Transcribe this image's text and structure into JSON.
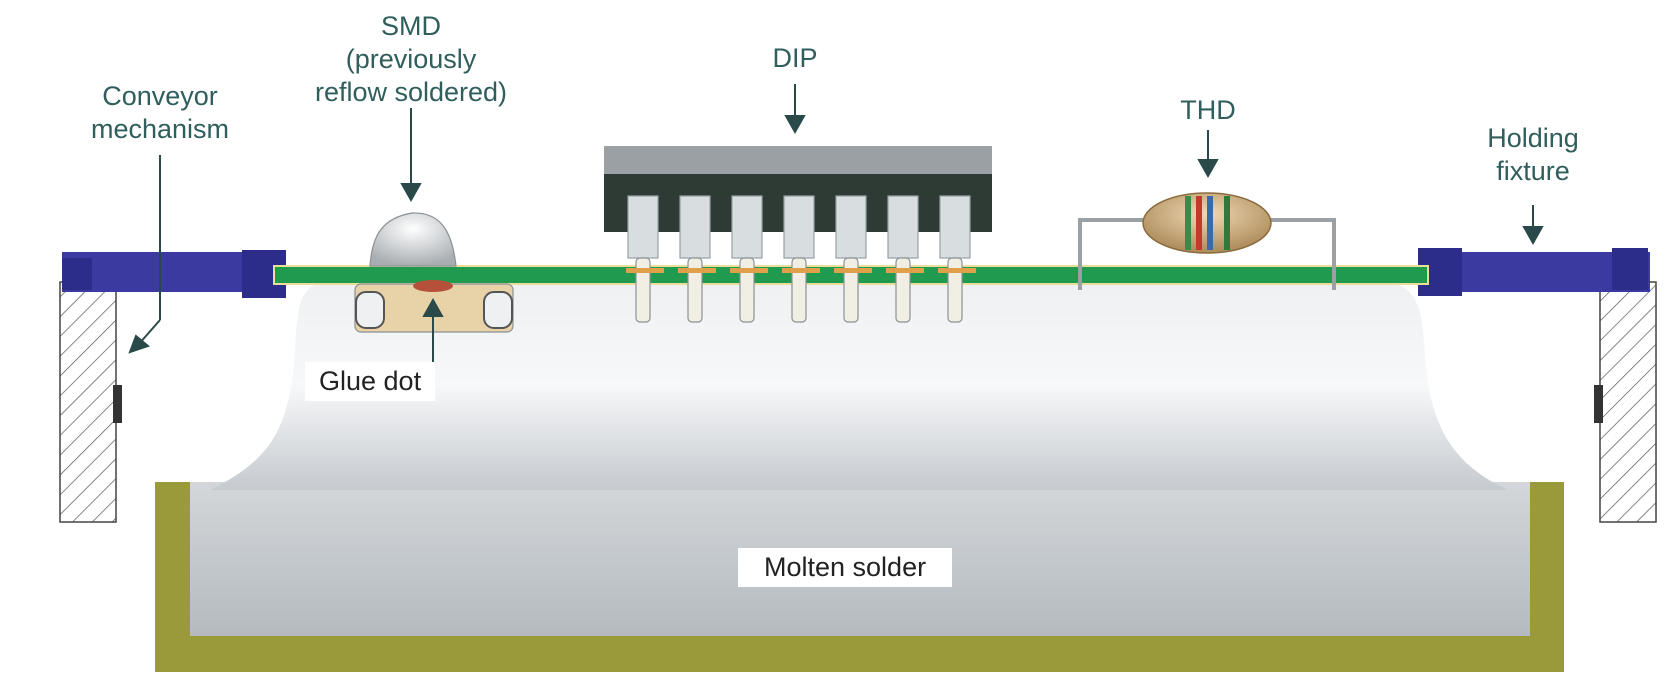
{
  "labels": {
    "smd_line1": "SMD",
    "smd_line2": "(previously",
    "smd_line3": "reflow soldered)",
    "dip": "DIP",
    "thd": "THD",
    "conveyor_line1": "Conveyor",
    "conveyor_line2": "mechanism",
    "holding_line1": "Holding",
    "holding_line2": "fixture",
    "glue_dot": "Glue dot",
    "molten_solder": "Molten solder"
  },
  "colors": {
    "text": "#2f5e5c",
    "pcb": "#1f9a4e",
    "fixture": "#3a3aa0",
    "tray": "#9a9a3a",
    "solder": "#c7ccd0",
    "dip_body": "#2e3b35",
    "resistor": "#c9a878"
  }
}
